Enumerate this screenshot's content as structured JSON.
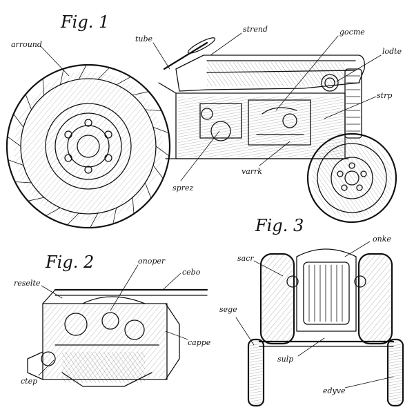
{
  "figures": {
    "fig1": {
      "title": "Fig. 1",
      "labels": [
        "arround",
        "tube",
        "strend",
        "gocme",
        "lodte",
        "strp",
        "varrk",
        "sprez"
      ]
    },
    "fig2": {
      "title": "Fig. 2",
      "labels": [
        "reselte",
        "onoper",
        "cebo",
        "cappe",
        "ctep"
      ]
    },
    "fig3": {
      "title": "Fig. 3",
      "labels": [
        "sacr",
        "onke",
        "sege",
        "sulp",
        "edyve"
      ]
    }
  },
  "colors": {
    "ink": "#111111",
    "paper": "#ffffff"
  }
}
